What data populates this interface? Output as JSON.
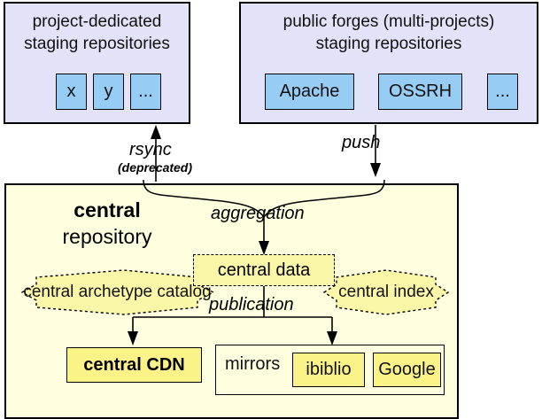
{
  "diagram": {
    "title": "Maven central repository publication flow",
    "colors": {
      "staging_fill": "#e2e2f8",
      "staging_chip_fill": "#97cdf4",
      "central_fill": "#ffffe0",
      "data_fill": "#fbf7a8",
      "output_fill": "#fbf288",
      "stroke": "#000000"
    },
    "staging": [
      {
        "id": "project-dedicated",
        "title": "project-dedicated\nstaging repositories",
        "chips": [
          "x",
          "y",
          "..."
        ]
      },
      {
        "id": "public-forges",
        "title": "public forges (multi-projects)\nstaging repositories",
        "chips": [
          "Apache",
          "OSSRH",
          "..."
        ]
      }
    ],
    "central": {
      "title_bold": "central",
      "title_normal": "repository",
      "data_node": "central data",
      "banners": [
        {
          "id": "archetype-catalog",
          "label": "central archetype catalog"
        },
        {
          "id": "index",
          "label": "central index"
        }
      ],
      "outputs": {
        "cdn": "central CDN",
        "mirrors_label": "mirrors",
        "mirrors": [
          "ibiblio",
          "Google"
        ]
      }
    },
    "edges": [
      {
        "id": "rsync",
        "label": "rsync"
      },
      {
        "id": "deprecated",
        "label": "(deprecated)"
      },
      {
        "id": "push",
        "label": "push"
      },
      {
        "id": "aggregation",
        "label": "aggregation"
      },
      {
        "id": "publication",
        "label": "publication"
      }
    ]
  }
}
